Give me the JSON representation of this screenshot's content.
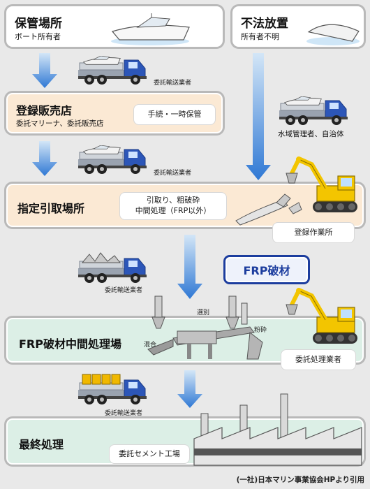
{
  "boxes": {
    "storage": {
      "title": "保管場所",
      "sub": "ボート所有者"
    },
    "abandoned": {
      "title": "不法放置",
      "sub": "所有者不明"
    },
    "dealer": {
      "title": "登録販売店",
      "sub": "委託マリーナ、委託販売店",
      "note": "手続・一時保管"
    },
    "pickup": {
      "title": "指定引取場所",
      "note_line1": "引取り、粗破砕",
      "note_line2": "中間処理（FRP以外）",
      "worker": "登録作業所"
    },
    "frp_material": {
      "title": "FRP破材"
    },
    "intermediate": {
      "title": "FRP破材中間処理場",
      "contractor": "委託処理業者",
      "label_sort": "選別",
      "label_crush": "粉砕",
      "label_mix": "混合"
    },
    "final": {
      "title": "最終処理",
      "note": "委託セメント工場"
    }
  },
  "trucks": {
    "truck1": "委託輸送業者",
    "truck2": "水域管理者、自治体",
    "truck3": "委託輸送業者",
    "truck4": "委託輸送業者",
    "truck5": "委託輸送業者"
  },
  "credit": "(一社)日本マリン事業協会HPより引用",
  "colors": {
    "arrow_top": "#b6d6f2",
    "arrow_bottom": "#2f78d4",
    "frp_border": "#1c3d9e",
    "truck_cab": "#2c56b8",
    "excavator": "#f3c500"
  }
}
